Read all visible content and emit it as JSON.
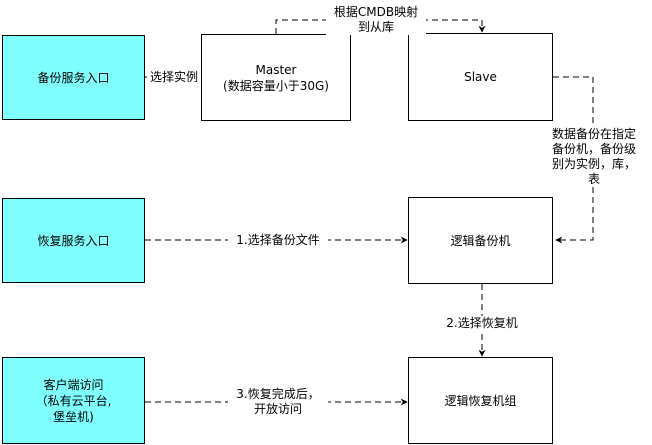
{
  "nodes": {
    "backup_entry": "备份服务入口",
    "master": "Master\n(数据容量小于30G)",
    "slave": "Slave",
    "restore_entry": "恢复服务入口",
    "logic_backup": "逻辑备份机",
    "client_access": "客户端访问\n（私有云平台,\n堡垒机)",
    "logic_restore_group": "逻辑恢复机组"
  },
  "edges": {
    "select_instance": "选择实例",
    "cmdb_map": "根据CMDB映射\n到从库",
    "backup_to_machine": "数据备份在指定\n备份机，备份级\n别为实例，库，\n表",
    "select_backup_file": "1.选择备份文件",
    "select_restore_machine": "2.选择恢复机",
    "restore_done_open": "3.恢复完成后，\n开放访问"
  },
  "colors": {
    "entry_fill": "#80ffff",
    "node_fill": "#ffffff",
    "stroke": "#000000"
  }
}
